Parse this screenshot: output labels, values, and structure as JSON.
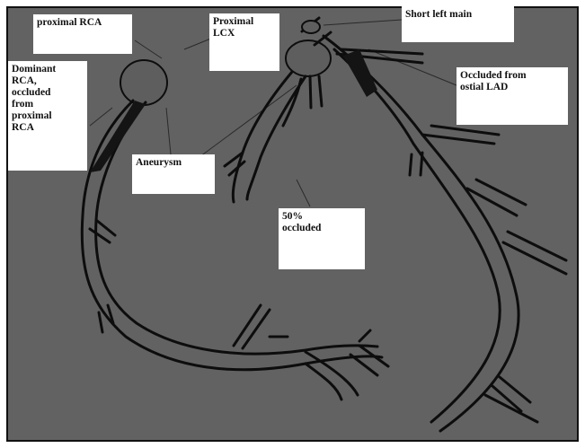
{
  "diagram": {
    "labels": {
      "proximal_rca": "proximal RCA",
      "dominant_rca": "Dominant\nRCA,\noccluded\nfrom\nproximal\nRCA",
      "aneurysm": "Aneurysm",
      "proximal_lcx": "Proximal\nLCX",
      "short_left_main": "Short left main",
      "occluded_lad": "Occluded from\nostial LAD",
      "fifty_occluded": "50%\noccluded"
    },
    "colors": {
      "background": "#626262",
      "vessel_outline": "#0d0d0d",
      "occlusion": "#141414",
      "label_box": "#ffffff"
    }
  }
}
